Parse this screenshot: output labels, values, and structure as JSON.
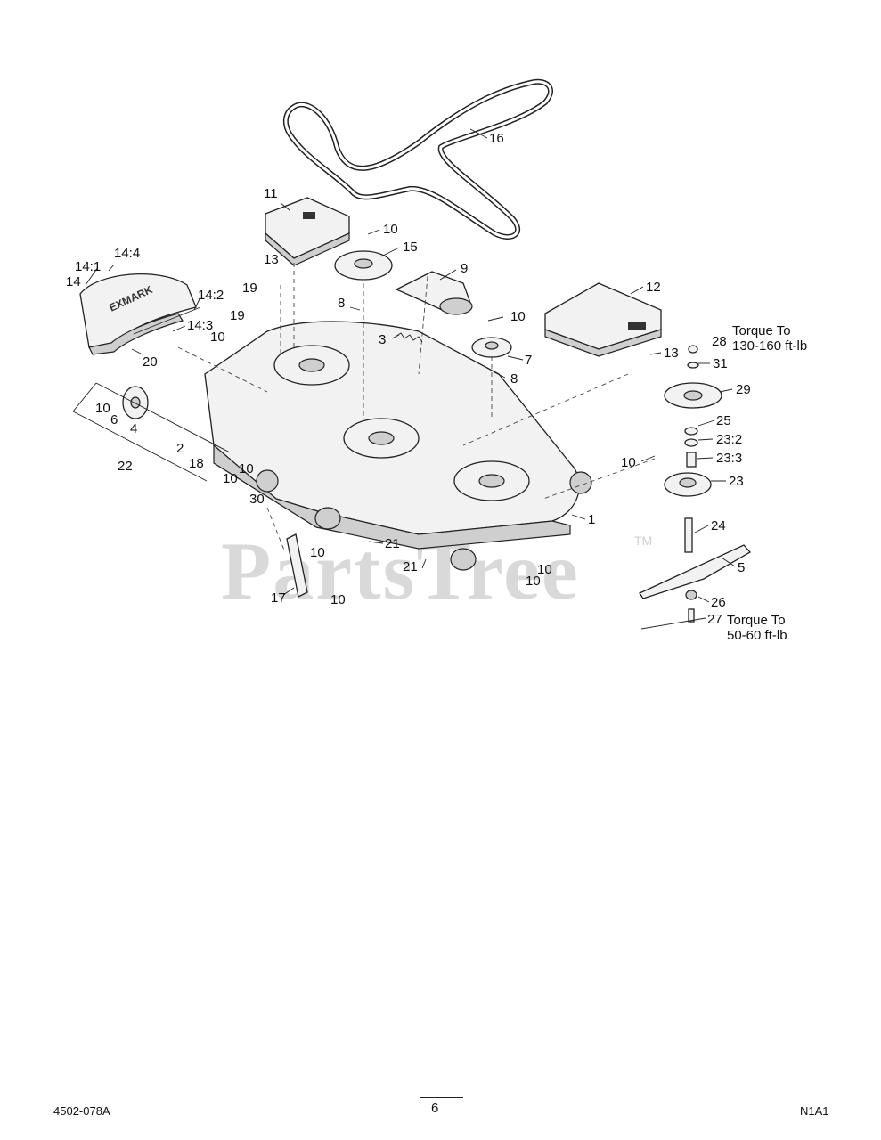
{
  "watermark": {
    "text": "PartsTree",
    "trademark": "TM"
  },
  "callouts": [
    {
      "id": "c16",
      "label": "16"
    },
    {
      "id": "c11",
      "label": "11"
    },
    {
      "id": "c10a",
      "label": "10"
    },
    {
      "id": "c15",
      "label": "15"
    },
    {
      "id": "c9",
      "label": "9"
    },
    {
      "id": "c13a",
      "label": "13"
    },
    {
      "id": "c14-4",
      "label": "14:4"
    },
    {
      "id": "c14-1",
      "label": "14:1"
    },
    {
      "id": "c14",
      "label": "14"
    },
    {
      "id": "c14-2",
      "label": "14:2"
    },
    {
      "id": "c19a",
      "label": "19"
    },
    {
      "id": "c19b",
      "label": "19"
    },
    {
      "id": "c14-3",
      "label": "14:3"
    },
    {
      "id": "c10b",
      "label": "10"
    },
    {
      "id": "c20",
      "label": "20"
    },
    {
      "id": "c8a",
      "label": "8"
    },
    {
      "id": "c3",
      "label": "3"
    },
    {
      "id": "c12",
      "label": "12"
    },
    {
      "id": "c10c",
      "label": "10"
    },
    {
      "id": "c7",
      "label": "7"
    },
    {
      "id": "c8b",
      "label": "8"
    },
    {
      "id": "c13b",
      "label": "13"
    },
    {
      "id": "c28",
      "label": "28"
    },
    {
      "id": "c31",
      "label": "31"
    },
    {
      "id": "c29",
      "label": "29"
    },
    {
      "id": "c25",
      "label": "25"
    },
    {
      "id": "c23-2",
      "label": "23:2"
    },
    {
      "id": "c23-3",
      "label": "23:3"
    },
    {
      "id": "c23",
      "label": "23"
    },
    {
      "id": "c10d",
      "label": "10"
    },
    {
      "id": "c24",
      "label": "24"
    },
    {
      "id": "c5",
      "label": "5"
    },
    {
      "id": "c26",
      "label": "26"
    },
    {
      "id": "c27",
      "label": "27"
    },
    {
      "id": "c10e",
      "label": "10"
    },
    {
      "id": "c6",
      "label": "6"
    },
    {
      "id": "c4",
      "label": "4"
    },
    {
      "id": "c2",
      "label": "2"
    },
    {
      "id": "c18",
      "label": "18"
    },
    {
      "id": "c22",
      "label": "22"
    },
    {
      "id": "c10f",
      "label": "10"
    },
    {
      "id": "c10g",
      "label": "10"
    },
    {
      "id": "c30",
      "label": "30"
    },
    {
      "id": "c1",
      "label": "1"
    },
    {
      "id": "c21a",
      "label": "21"
    },
    {
      "id": "c10h",
      "label": "10"
    },
    {
      "id": "c21b",
      "label": "21"
    },
    {
      "id": "c10i",
      "label": "10"
    },
    {
      "id": "c10j",
      "label": "10"
    },
    {
      "id": "c17",
      "label": "17"
    },
    {
      "id": "c10k",
      "label": "10"
    }
  ],
  "torque_notes": {
    "upper_line1": "Torque To",
    "upper_line2": "130-160 ft-lb",
    "lower_line1": "Torque To",
    "lower_line2": "50-60 ft-lb"
  },
  "footer": {
    "doc_number": "4502-078A",
    "page_number": "6",
    "code": "N1A1"
  }
}
